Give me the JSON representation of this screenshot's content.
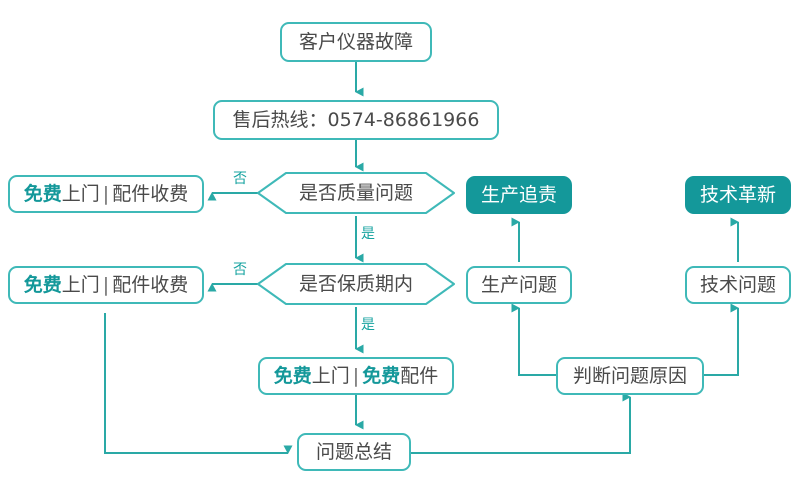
{
  "diagram": {
    "title_node": "客户仪器故障",
    "colors": {
      "accent": "#14989a",
      "border": "#3fb9b8",
      "line": "#2aa9a6",
      "text": "#4a4a4a",
      "background": "#ffffff"
    },
    "nodes": {
      "fault": {
        "label": "客户仪器故障",
        "shape": "rounded-box",
        "style": "outline"
      },
      "hotline": {
        "label": "售后热线：0574-86861966",
        "shape": "rounded-box",
        "style": "outline"
      },
      "quality_decision": {
        "label": "是否质量问题",
        "shape": "diamond",
        "style": "outline"
      },
      "warranty_decision": {
        "label": "是否保质期内",
        "shape": "diamond",
        "style": "outline"
      },
      "free_visit_paid_parts_1": {
        "shape": "rounded-box",
        "style": "outline",
        "parts": [
          {
            "text": "免费",
            "highlight": true
          },
          {
            "text": "上门",
            "highlight": false
          },
          {
            "text": "|",
            "separator": true
          },
          {
            "text": "配件收费",
            "highlight": false
          }
        ],
        "plain": "免费上门 | 配件收费"
      },
      "free_visit_paid_parts_2": {
        "shape": "rounded-box",
        "style": "outline",
        "parts": [
          {
            "text": "免费",
            "highlight": true
          },
          {
            "text": "上门",
            "highlight": false
          },
          {
            "text": "|",
            "separator": true
          },
          {
            "text": "配件收费",
            "highlight": false
          }
        ],
        "plain": "免费上门 | 配件收费"
      },
      "free_visit_free_parts": {
        "shape": "rounded-box",
        "style": "outline",
        "parts": [
          {
            "text": "免费",
            "highlight": true
          },
          {
            "text": "上门",
            "highlight": false
          },
          {
            "text": "|",
            "separator": true
          },
          {
            "text": "免费",
            "highlight": true
          },
          {
            "text": "配件",
            "highlight": false
          }
        ],
        "plain": "免费上门 | 免费配件"
      },
      "production_accountability": {
        "label": "生产追责",
        "shape": "rounded-box",
        "style": "filled"
      },
      "technical_innovation": {
        "label": "技术革新",
        "shape": "rounded-box",
        "style": "filled"
      },
      "production_problem": {
        "label": "生产问题",
        "shape": "rounded-box",
        "style": "outline"
      },
      "technical_problem": {
        "label": "技术问题",
        "shape": "rounded-box",
        "style": "outline"
      },
      "diagnose_cause": {
        "label": "判断问题原因",
        "shape": "rounded-box",
        "style": "outline"
      },
      "problem_summary": {
        "label": "问题总结",
        "shape": "rounded-box",
        "style": "outline"
      }
    },
    "edge_labels": {
      "quality_no": "否",
      "quality_yes": "是",
      "warranty_no": "否",
      "warranty_yes": "是"
    }
  }
}
